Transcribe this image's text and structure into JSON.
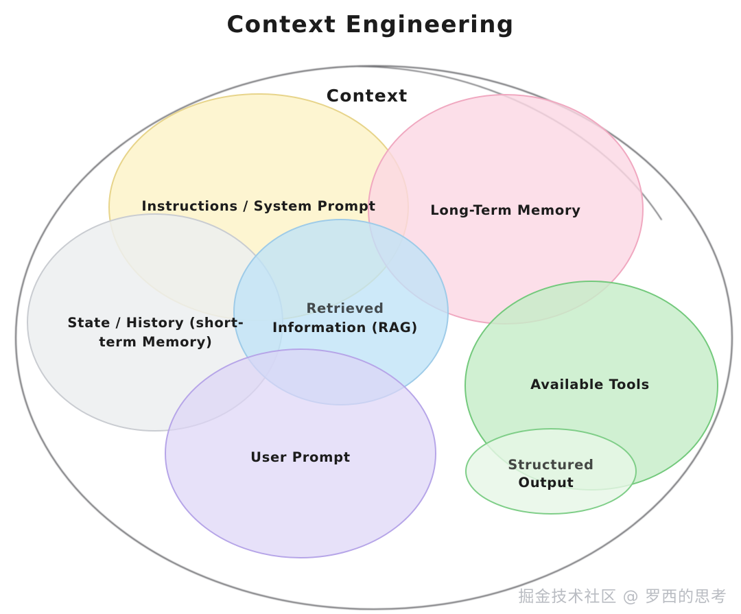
{
  "title": "Context Engineering",
  "context_label": "Context",
  "watermark": "掘金技术社区 @ 罗西的思考",
  "blobs": {
    "instructions": {
      "label": "Instructions / System Prompt",
      "fill": "#fdf3c7",
      "stroke": "#e7d48a"
    },
    "long_term_memory": {
      "label": "Long-Term Memory",
      "fill": "#fbd7e3",
      "stroke": "#f0a8c0"
    },
    "state_history": {
      "label_line1": "State / History (short-",
      "label_line2": "term Memory)",
      "fill": "#eceef0",
      "stroke": "#c9ccd1"
    },
    "retrieved_information": {
      "label_line1": "Retrieved",
      "label_line2": "Information (RAG)",
      "fill": "#bfe3f7",
      "stroke": "#9ecbe8"
    },
    "available_tools": {
      "label": "Available Tools",
      "fill": "#c6edc8",
      "stroke": "#73c97c"
    },
    "structured_output": {
      "label_line1": "Structured",
      "label_line2": "Output",
      "fill": "#e6f7e6",
      "stroke": "#7fce88"
    },
    "user_prompt": {
      "label": "User Prompt",
      "fill": "#ddd4f6",
      "stroke": "#b6a5e8"
    },
    "context_boundary": {
      "stroke": "#6f7073"
    }
  }
}
